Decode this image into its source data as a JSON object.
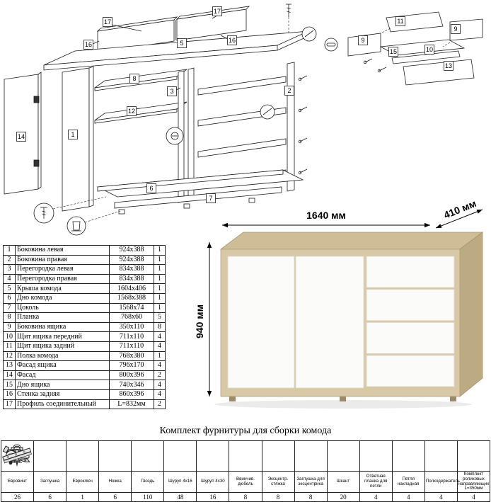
{
  "diagram": {
    "callouts_main": [
      "17",
      "16",
      "17",
      "16",
      "5",
      "8",
      "12",
      "14",
      "1",
      "3",
      "2",
      "6",
      "7"
    ],
    "callouts_drawer": [
      "11",
      "9",
      "9",
      "15",
      "10",
      "13"
    ]
  },
  "render": {
    "width_label": "1640 мм",
    "depth_label": "410 мм",
    "height_label": "940 мм"
  },
  "parts_table": {
    "rows": [
      {
        "num": "1",
        "name": "Боковина левая",
        "size": "924x388",
        "qty": "1"
      },
      {
        "num": "2",
        "name": "Боковина правая",
        "size": "924x388",
        "qty": "1"
      },
      {
        "num": "3",
        "name": "Перегородка левая",
        "size": "834x388",
        "qty": "1"
      },
      {
        "num": "4",
        "name": "Перегородка правая",
        "size": "834x388",
        "qty": "1"
      },
      {
        "num": "5",
        "name": "Крыша комода",
        "size": "1604x406",
        "qty": "1"
      },
      {
        "num": "6",
        "name": "Дно комода",
        "size": "1568x388",
        "qty": "1"
      },
      {
        "num": "7",
        "name": "Цоколь",
        "size": "1568x74",
        "qty": "1"
      },
      {
        "num": "8",
        "name": "Планка",
        "size": "768x60",
        "qty": "5"
      },
      {
        "num": "9",
        "name": "Боковина ящика",
        "size": "350x110",
        "qty": "8"
      },
      {
        "num": "10",
        "name": "Щит ящика передний",
        "size": "711x110",
        "qty": "4"
      },
      {
        "num": "11",
        "name": "Щит ящика задний",
        "size": "711x110",
        "qty": "4"
      },
      {
        "num": "12",
        "name": "Полка комода",
        "size": "768x380",
        "qty": "1"
      },
      {
        "num": "13",
        "name": "Фасад ящика",
        "size": "796x170",
        "qty": "4"
      },
      {
        "num": "14",
        "name": "Фасад",
        "size": "800x396",
        "qty": "2"
      },
      {
        "num": "15",
        "name": "Дно ящика",
        "size": "740x346",
        "qty": "4"
      },
      {
        "num": "16",
        "name": "Стенка задняя",
        "size": "860x396",
        "qty": "4"
      },
      {
        "num": "17",
        "name": "Профиль соединительный",
        "size": "L=832мм",
        "qty": "2"
      }
    ]
  },
  "hardware": {
    "title": "Комплект фурнитуры для сборки комода",
    "items": [
      {
        "name": "Евровинт",
        "qty": "26"
      },
      {
        "name": "Заглушка",
        "qty": "6"
      },
      {
        "name": "Евроключ",
        "qty": "1"
      },
      {
        "name": "Ножка",
        "qty": "6"
      },
      {
        "name": "Гвоздь",
        "qty": "110"
      },
      {
        "name": "Шуруп 4х16",
        "qty": "48"
      },
      {
        "name": "Шуруп 4х30",
        "qty": "16"
      },
      {
        "name": "Ввинчив. дюбель",
        "qty": "8"
      },
      {
        "name": "Эксцентр. стяжка",
        "qty": "8"
      },
      {
        "name": "Заглушка для эксцентрика",
        "qty": "8"
      },
      {
        "name": "Шкант",
        "qty": "20"
      },
      {
        "name": "Ответная планка для петли",
        "qty": "4"
      },
      {
        "name": "Петля накладная",
        "qty": "4"
      },
      {
        "name": "Полкодержатель",
        "qty": "4"
      },
      {
        "name": "Комплект роликовых направляющих L=350мм",
        "qty": "4"
      }
    ]
  }
}
